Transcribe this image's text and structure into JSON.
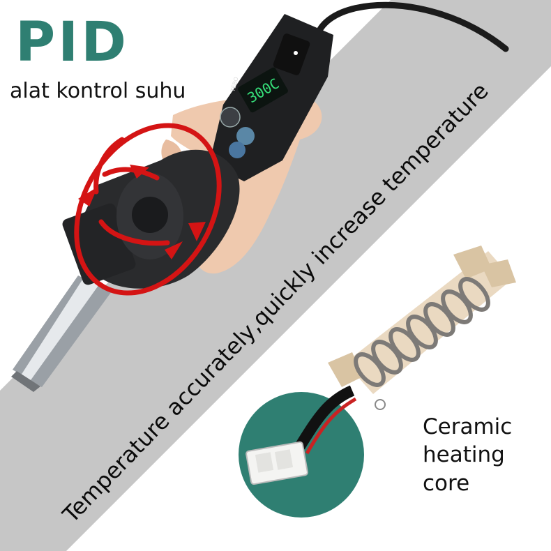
{
  "headline": "PID",
  "subtitle": "alat kontrol suhu",
  "banner_text": "Temperature accurately,quickly increase temperature",
  "display_readout": "300C",
  "device_brand": "TEBO",
  "core_label": {
    "line1": "Ceramic",
    "line2": "heating",
    "line3": "core"
  },
  "colors": {
    "accent_teal": "#2f7f72",
    "band_gray": "#c6c6c6",
    "arrow_red": "#d41414",
    "display_green": "#36e07a"
  }
}
